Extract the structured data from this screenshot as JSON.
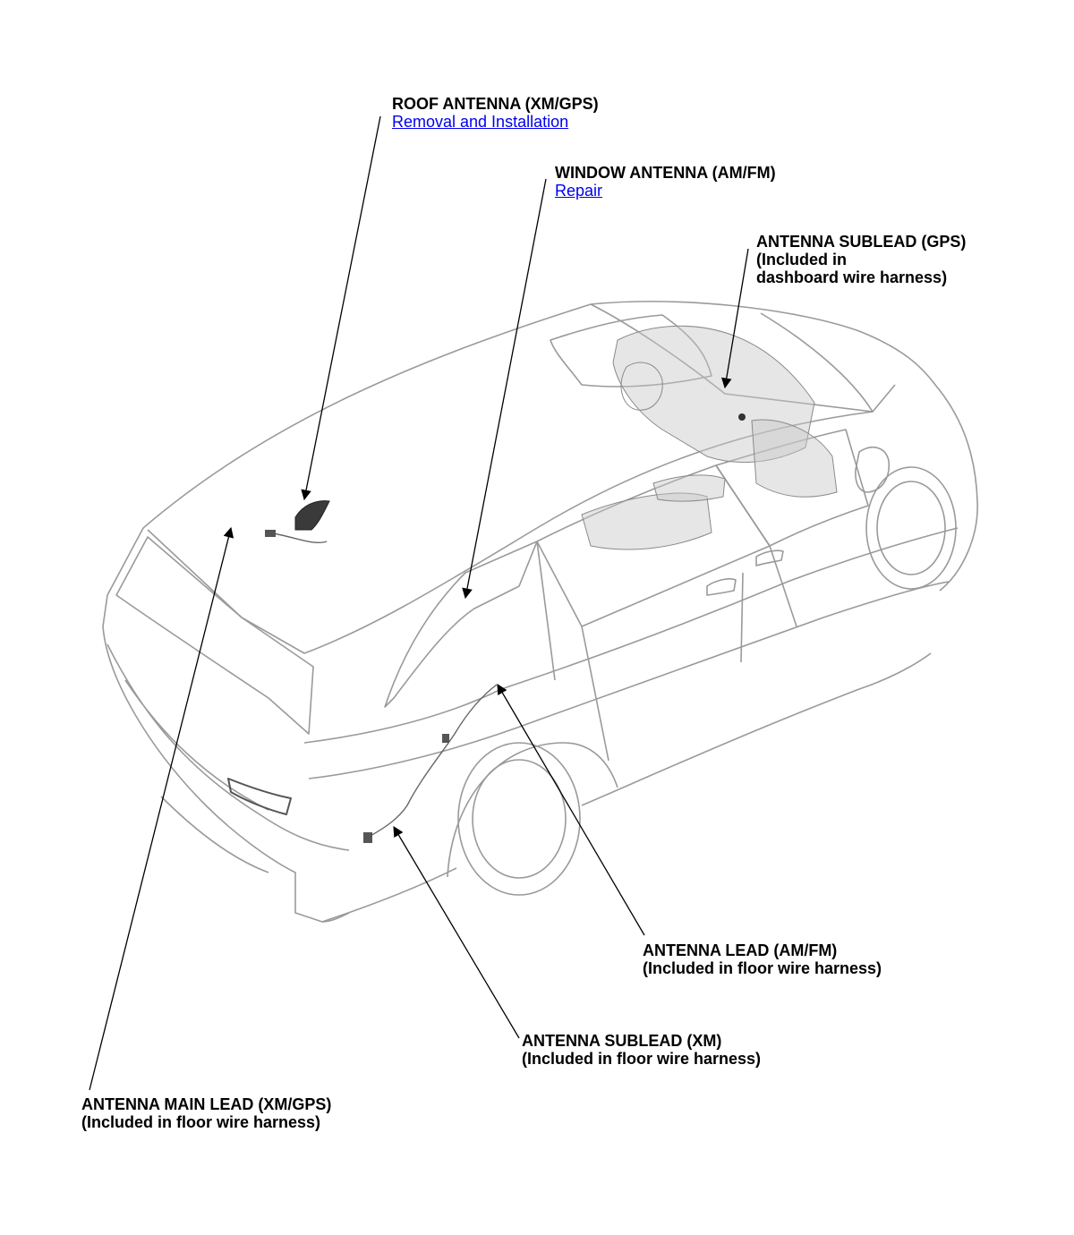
{
  "callouts": {
    "roof_antenna": {
      "title": "ROOF ANTENNA (XM/GPS)",
      "link": "Removal and Installation"
    },
    "window_antenna": {
      "title": "WINDOW ANTENNA (AM/FM)",
      "link": "Repair"
    },
    "sublead_gps": {
      "line1": "ANTENNA SUBLEAD (GPS)",
      "line2": "(Included in",
      "line3": "dashboard wire harness)"
    },
    "lead_amfm": {
      "line1": "ANTENNA LEAD (AM/FM)",
      "line2": "(Included in floor wire harness)"
    },
    "sublead_xm": {
      "line1": "ANTENNA SUBLEAD (XM)",
      "line2": "(Included in floor wire harness)"
    },
    "main_lead": {
      "line1": "ANTENNA MAIN LEAD (XM/GPS)",
      "line2": "(Included in floor wire harness)"
    }
  },
  "colors": {
    "link": "#0000ee",
    "outline": "#9a9a9a",
    "shade": "#c8c8c8",
    "leader": "#000000"
  }
}
